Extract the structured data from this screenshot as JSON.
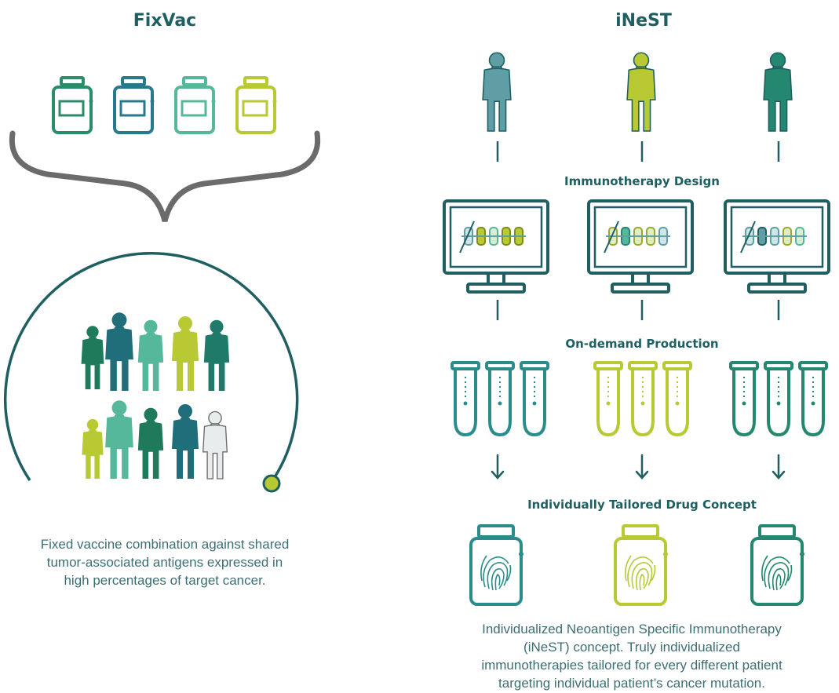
{
  "fixvac": {
    "title": "FixVac",
    "caption_lines": [
      "Fixed vaccine combination against shared",
      "tumor-associated antigens expressed in",
      "high percentages of target cancer."
    ]
  },
  "inest": {
    "title": "iNeST",
    "stages": [
      "Immunotherapy Design",
      "On-demand Production",
      "Individually Tailored Drug Concept"
    ],
    "caption_lines": [
      "Individualized Neoantigen Specific Immunotherapy",
      "(iNeST) concept. Truly individualized",
      "immunotherapies tailored for every different patient",
      "targeting individual patient’s cancer mutation."
    ]
  },
  "colors": {
    "dark_teal": "#1f5f62",
    "teal": "#2b8c8c",
    "slate_teal": "#5f9ea5",
    "green": "#24876f",
    "mint": "#56b89a",
    "lime": "#b9c934",
    "gray": "#6b6b6b"
  }
}
